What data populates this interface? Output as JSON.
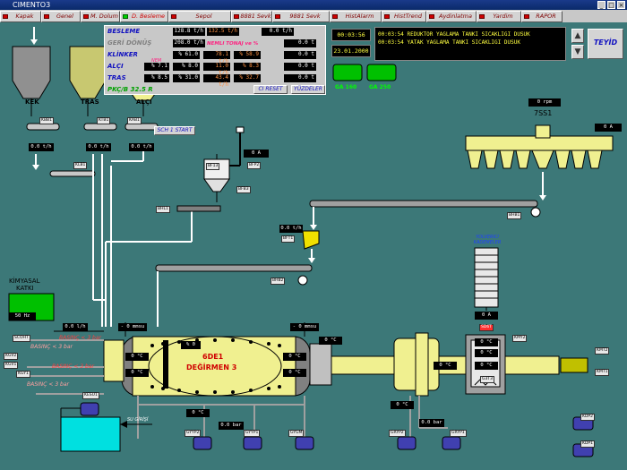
{
  "window": {
    "title": "CIMENTO3"
  },
  "menu": [
    {
      "label": "Kapak",
      "w": 46,
      "active": false
    },
    {
      "label": "Genel",
      "w": 44,
      "active": false
    },
    {
      "label": "M. Dolum",
      "w": 44,
      "active": false
    },
    {
      "label": "D. Besleme",
      "w": 54,
      "active": true
    },
    {
      "label": "Sepol",
      "w": 70,
      "active": false
    },
    {
      "label": "8881 Sevk",
      "w": 46,
      "active": false
    },
    {
      "label": "9881 Sevk",
      "w": 64,
      "active": false
    },
    {
      "label": "HistAlarm",
      "w": 58,
      "active": false
    },
    {
      "label": "HistTrend",
      "w": 50,
      "active": false
    },
    {
      "label": "Aydinlatma",
      "w": 56,
      "active": false
    },
    {
      "label": "Yardim",
      "w": 50,
      "active": false
    },
    {
      "label": "RAPOR",
      "w": 46,
      "active": false
    }
  ],
  "feed": {
    "besleme_label": "BESLEME",
    "besleme_v1": "128.8 t/h",
    "besleme_v2": "132.5 t/h",
    "besleme_v3": "0.0 t/h",
    "geri_label": "GERİ DÖNÜŞ",
    "geri_v1": "208.0 t/h",
    "geri_v2": "NEMLI TONAJ ve %",
    "geri_v3": "0.0 t",
    "nem_label": "NEM",
    "klinker_label": "KLİNKER",
    "klinker_v1": "% 61.0",
    "klinker_v2": "78.1 t/h",
    "klinker_v3": "% 58.9",
    "klinker_v4": "0.0 t",
    "alci_label": "ALÇI",
    "alci_v1": "% 7.1",
    "alci_v2": "% 8.0",
    "alci_v3": "11.0 t/h",
    "alci_v4": "% 8.3",
    "alci_v5": "0.0 t",
    "tras_label": "TRAS",
    "tras_v1": "% 8.5",
    "tras_v2": "% 31.0",
    "tras_v3": "43.4 t/h",
    "tras_v4": "% 32.7",
    "tras_v5": "0.0 t",
    "pkc_label": "PKÇ/B 32.5 R",
    "ci_reset": "CI RESET",
    "yuzdeler": "YÜZDELER"
  },
  "alarm": {
    "time1": "00:03:56",
    "date": "23.01.2000",
    "line1": "00:03:54 REDUKTOR YAGLAMA TANKI SICAKLIGI DUSUK",
    "line2": "00:03:54 YATAK YAGLAMA TANKI SICAKLIGI DUSUK",
    "ack": "TEYİD",
    "up": "▲",
    "down": "▼"
  },
  "ga": {
    "ga160": "GA 160",
    "ga250": "GA 250"
  },
  "hoppers": {
    "kek": "KEK",
    "tras": "TRAS",
    "alci": "ALÇI"
  },
  "tags": {
    "kbb1": "KBB1",
    "ktb1": "KTB1",
    "kab1": "KAB1",
    "kbb1_v": "0.0 t/h",
    "ktb1_v": "0.0 t/h",
    "kab1_v": "0.0 t/h",
    "sch": "SCH 1 START",
    "klb1": "KLB1",
    "bf13": "BF13",
    "bfp2": "BFP2",
    "bf13_v": "0 A",
    "bfb3": "BFB3",
    "bhl1": "BHL1",
    "bft1": "BFT1",
    "bft1_v": "0.0 t/h",
    "bhb2": "BHB2",
    "bhb1": "BHB1",
    "rpm": "0 rpm",
    "ss1": "7SS1",
    "ss1_a": "0 A",
    "yolverici": "YOLVERICI KADEMELER",
    "st_a": "0 A",
    "st_tag": "SD6T",
    "kimya1": "KİMYASAL",
    "kimya2": "KATKI",
    "hz": "50 Hz",
    "kk_v": "0.0 l/h",
    "kk_tag": "SCOHT",
    "basinc1": "BASINÇ < 3 bar",
    "basinc2": "BASINÇ < 3 bar",
    "basinc3": "BASINÇ < 3 bar",
    "basinc4": "BASINÇ < 3 bar",
    "kgv2": "KGV2",
    "kgv1": "KGV1",
    "kgy1": "KGY1",
    "kesu1": "KESU1",
    "kesu2": "KESU2",
    "su_girisi": "SU GİRİŞİ",
    "mm1": "- 0 mmsu",
    "mm2": "- 0 mmsu",
    "pct": "% 0",
    "mill1": "6DE1",
    "mill2": "DEĞİRMEN 3",
    "c1": "0 °C",
    "c2": "0 °C",
    "c3": "0 °C",
    "c4": "0 °C",
    "c5": "0 °C",
    "c6": "0 °C",
    "c7": "0 °C",
    "c8": "0 °C",
    "c9": "0 °C",
    "c10": "0 °C",
    "c11": "0 °C",
    "c12": "0 °C",
    "c13": "0 °C",
    "bar1": "0.0 bar",
    "bar2": "0.0 bar",
    "gyyp2": "GYYP2",
    "gyyp1": "GYYP1",
    "gygm": "GYGM",
    "gryp2": "GRYP2",
    "gryp1": "GRYP1",
    "kmy2": "KMY2",
    "kmt2": "KMT2",
    "kmt1": "KMT1",
    "g3t3": "G3T3",
    "kdp2": "KDP2",
    "kdp1": "KDP1"
  },
  "colors": {
    "bg": "#3c7878",
    "yellow": "#f0f090",
    "gray": "#a0a0a0",
    "green": "#00cc00"
  }
}
